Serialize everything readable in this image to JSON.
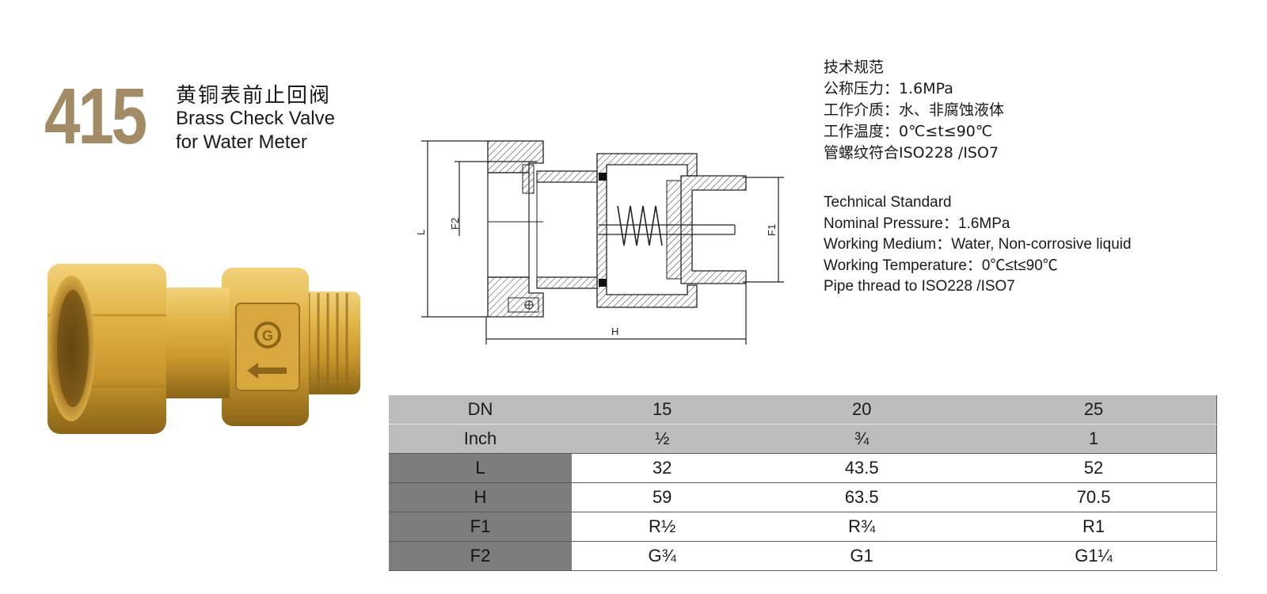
{
  "header": {
    "model_number": "415",
    "title_cn": "黄铜表前止回阀",
    "title_en_line1": "Brass Check Valve",
    "title_en_line2": "for Water Meter"
  },
  "drawing": {
    "label_L": "L",
    "label_F2": "F2",
    "label_F1": "F1",
    "label_H": "H"
  },
  "spec_cn": {
    "heading": "技术规范",
    "pressure": "公称压力：1.6MPa",
    "medium": "工作介质：水、非腐蚀液体",
    "temperature": "工作温度：0℃≤t≤90℃",
    "thread": "管螺纹符合ISO228 /ISO7"
  },
  "spec_en": {
    "heading": "Technical Standard",
    "pressure": "Nominal Pressure：1.6MPa",
    "medium": "Working Medium：Water, Non-corrosive liquid",
    "temperature": "Working Temperature：0℃≤t≤90℃",
    "thread": "Pipe thread to ISO228 /ISO7"
  },
  "table": {
    "rows": [
      {
        "label": "DN",
        "cells": [
          "15",
          "20",
          "25"
        ]
      },
      {
        "label": "Inch",
        "cells": [
          "½",
          "¾",
          "1"
        ]
      },
      {
        "label": "L",
        "cells": [
          "32",
          "43.5",
          "52"
        ]
      },
      {
        "label": "H",
        "cells": [
          "59",
          "63.5",
          "70.5"
        ]
      },
      {
        "label": "F1",
        "cells": [
          "R½",
          "R¾",
          "R1"
        ]
      },
      {
        "label": "F2",
        "cells": [
          "G¾",
          "G1",
          "G1¼"
        ]
      }
    ]
  },
  "colors": {
    "model_number": "#a38b66",
    "header_row": "#bdbdbd",
    "label_column": "#7d7d7d",
    "brass": "#d7a93a"
  }
}
